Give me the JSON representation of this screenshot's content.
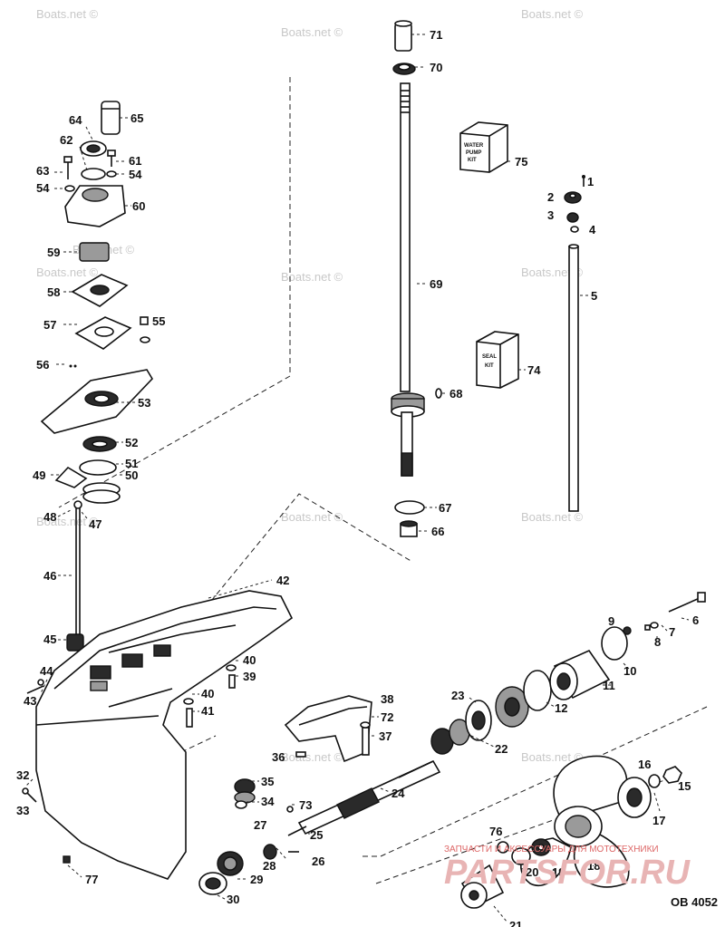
{
  "diagram": {
    "code": "OB 4052",
    "watermark": "Boats.net ©",
    "shop": {
      "caption": "ЗАПЧАСТИ И АКСЕССУАРЫ ДЛЯ МОТОТЕХНИКИ",
      "logo": "PARTSFOR.RU"
    },
    "kits": {
      "water_pump": [
        "WATER",
        "PUMP",
        "KIT"
      ],
      "seal": [
        "SEAL",
        "KIT"
      ]
    },
    "part_numbers": [
      "1",
      "2",
      "3",
      "4",
      "5",
      "6",
      "7",
      "8",
      "9",
      "10",
      "11",
      "12",
      "15",
      "16",
      "17",
      "18",
      "19",
      "20",
      "21",
      "22",
      "23",
      "24",
      "25",
      "26",
      "27",
      "28",
      "29",
      "30",
      "32",
      "33",
      "34",
      "35",
      "36",
      "37",
      "38",
      "39",
      "40",
      "40",
      "41",
      "42",
      "43",
      "44",
      "45",
      "46",
      "47",
      "48",
      "49",
      "50",
      "51",
      "52",
      "53",
      "54",
      "54",
      "55",
      "56",
      "57",
      "58",
      "59",
      "60",
      "61",
      "62",
      "63",
      "64",
      "65",
      "66",
      "67",
      "68",
      "69",
      "70",
      "71",
      "72",
      "73",
      "74",
      "75",
      "76",
      "77"
    ]
  }
}
